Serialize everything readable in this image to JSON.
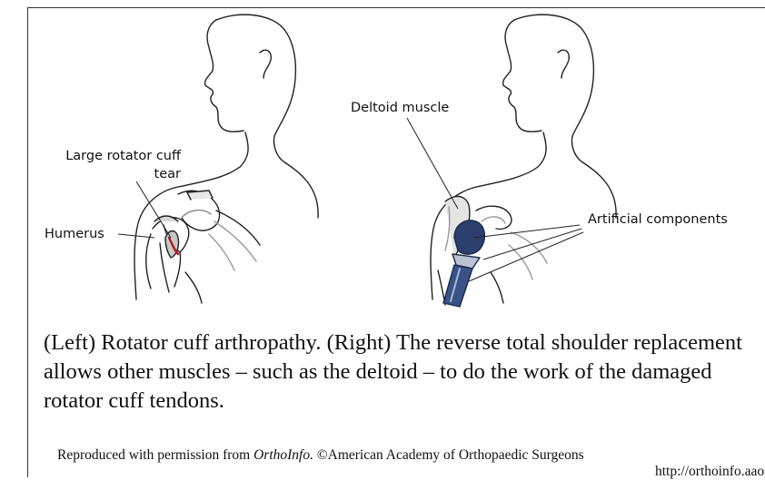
{
  "labels": {
    "tear": "Large rotator cuff tear",
    "humerus": "Humerus",
    "deltoid": "Deltoid muscle",
    "components": "Artificial components"
  },
  "caption": "(Left) Rotator cuff arthropathy. (Right) The reverse total shoulder replacement allows other muscles – such as the deltoid – to do the work of the damaged rotator cuff tendons.",
  "credit": {
    "prefix": "Reproduced with permission from ",
    "source": "OrthoInfo.",
    "suffix": " ©American Academy of Orthopaedic Surgeons",
    "url": "http://orthoinfo.aaos.org"
  }
}
